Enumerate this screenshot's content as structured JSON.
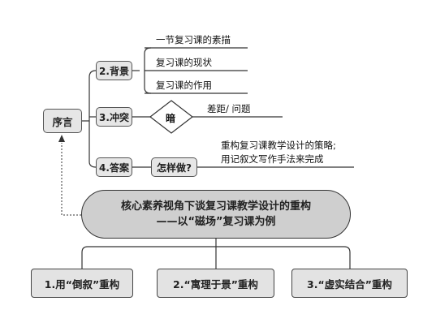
{
  "root": {
    "label": "序言"
  },
  "branches": [
    {
      "label": "2.背景"
    },
    {
      "label": "3.冲突"
    },
    {
      "label": "4.答案"
    }
  ],
  "background_items": [
    "一节复习课的素描",
    "复习课的现状",
    "复习课的作用"
  ],
  "conflict": {
    "diamond": "暗",
    "text": "差距/ 问题"
  },
  "answer": {
    "question": "怎样做?",
    "text_line1": "重构复习课教学设计的策略;",
    "text_line2": "用记叙文写作手法来完成"
  },
  "core": {
    "line1": "核心素养视角下谈复习课教学设计的重构",
    "line2": "——以“磁场”复习课为例"
  },
  "strategies": [
    "1.用“倒叙”重构",
    "2.“寓理于景”重构",
    "3.“虚实结合”重构"
  ]
}
